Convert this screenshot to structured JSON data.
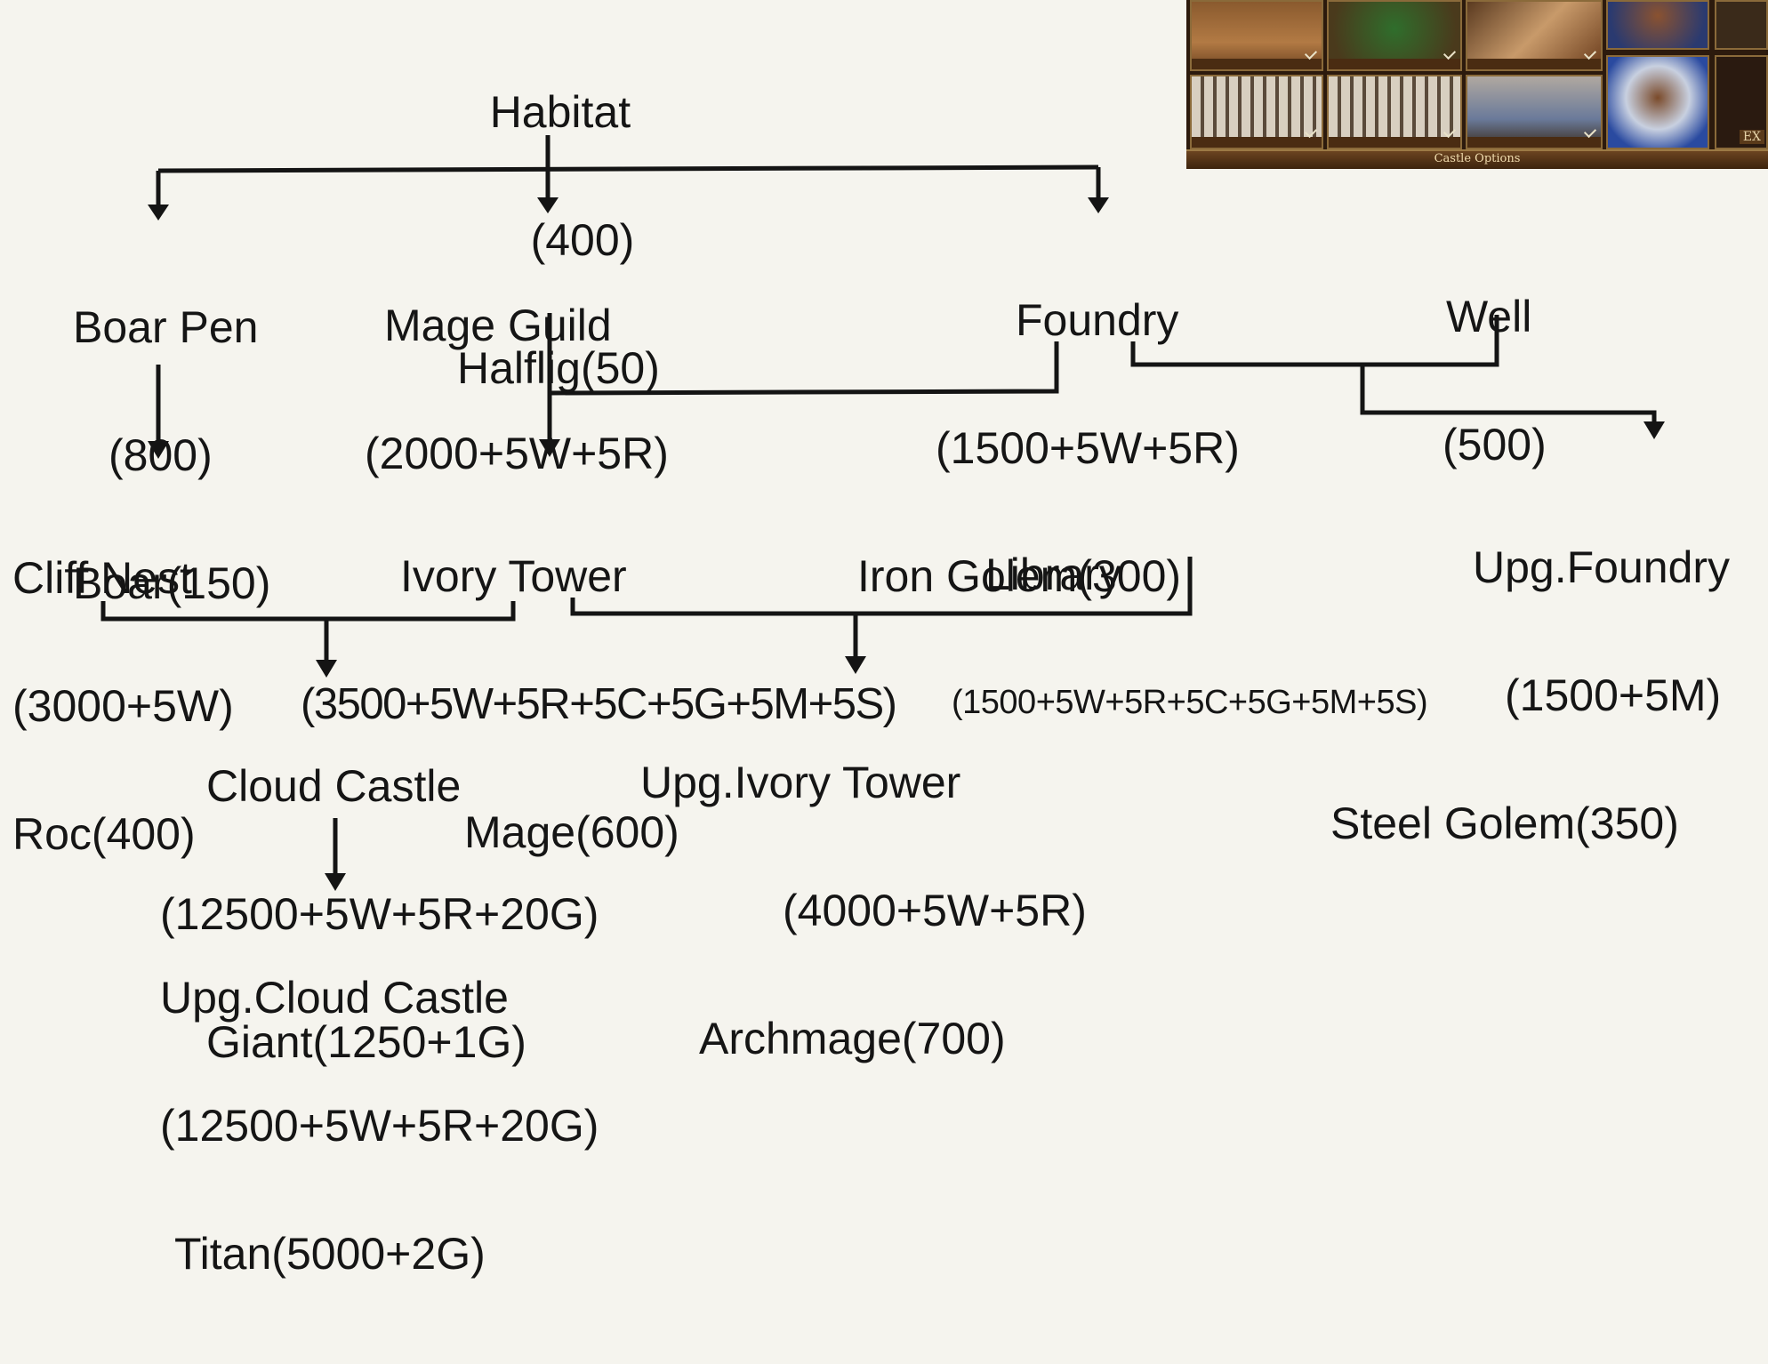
{
  "nodes": {
    "habitat": {
      "title": "Habitat",
      "cost": "(400)",
      "unit": "Halflig(50)"
    },
    "boar_pen": {
      "title": "Boar Pen",
      "cost": "(800)",
      "unit": "Boar(150)"
    },
    "mage_guild": {
      "title": "Mage Guild",
      "cost": "(2000+5W+5R)"
    },
    "foundry": {
      "title": "Foundry",
      "cost": "(1500+5W+5R)",
      "unit": "Iron Golem(300)"
    },
    "well": {
      "title": "Well",
      "cost": "(500)"
    },
    "cliff_nest": {
      "title": "Cliff Nest",
      "cost": "(3000+5W)",
      "unit": "Roc(400)"
    },
    "ivory_tower": {
      "title": "Ivory Tower",
      "cost": "(3500+5W+5R+5C+5G+5M+5S)",
      "unit": "Mage(600)"
    },
    "library": {
      "title": "Library",
      "cost": "(1500+5W+5R+5C+5G+5M+5S)"
    },
    "upg_foundry": {
      "title": "Upg.Foundry",
      "cost": "(1500+5M)",
      "unit": "Steel Golem(350)"
    },
    "cloud_castle": {
      "title": "Cloud Castle",
      "cost": "(12500+5W+5R+20G)",
      "unit": "Giant(1250+1G)"
    },
    "upg_ivory_tower": {
      "title": "Upg.Ivory Tower",
      "cost": "(4000+5W+5R)",
      "unit": "Archmage(700)"
    },
    "upg_cloud_castle": {
      "title": "Upg.Cloud Castle",
      "cost": "(12500+5W+5R+20G)",
      "unit": "Titan(5000+2G)"
    }
  },
  "game_inset": {
    "bar_label": "Castle Options",
    "exit_label": "EX",
    "colors": {
      "frame": "#2c1a0d",
      "bar": "#6b4420",
      "bar_text": "#f1dcae"
    }
  },
  "colors": {
    "background": "#f5f4ee",
    "ink": "#141414"
  }
}
